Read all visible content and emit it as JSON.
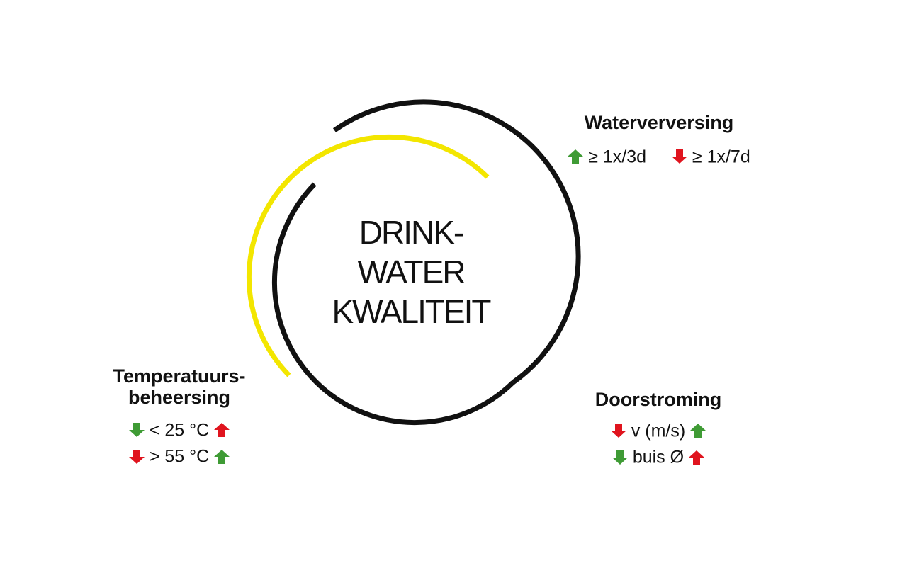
{
  "center": {
    "line1": "DRINK-",
    "line2": "WATER",
    "line3": "KWALITEIT"
  },
  "colors": {
    "black_ring": "#111111",
    "yellow_ring": "#f3e600",
    "up_arrow": "#3f9b35",
    "down_arrow": "#e0141e"
  },
  "waterverversing": {
    "title": "Waterverversing",
    "good": {
      "icon": "arrow-up-icon",
      "color": "green",
      "text": "≥ 1x/3d"
    },
    "bad": {
      "icon": "arrow-down-icon",
      "color": "red",
      "text": "≥ 1x/7d"
    }
  },
  "temperatuur": {
    "title_line1": "Temperatuurs-",
    "title_line2": "beheersing",
    "rows": [
      {
        "left_icon": "arrow-down-icon",
        "left_color": "green",
        "text": "< 25 °C",
        "right_icon": "arrow-up-icon",
        "right_color": "red"
      },
      {
        "left_icon": "arrow-down-icon",
        "left_color": "red",
        "text": "> 55 °C",
        "right_icon": "arrow-up-icon",
        "right_color": "green"
      }
    ]
  },
  "doorstroming": {
    "title": "Doorstroming",
    "rows": [
      {
        "left_icon": "arrow-down-icon",
        "left_color": "red",
        "text": "v (m/s)",
        "right_icon": "arrow-up-icon",
        "right_color": "green"
      },
      {
        "left_icon": "arrow-down-icon",
        "left_color": "green",
        "text": "buis Ø",
        "right_icon": "arrow-up-icon",
        "right_color": "red"
      }
    ]
  }
}
